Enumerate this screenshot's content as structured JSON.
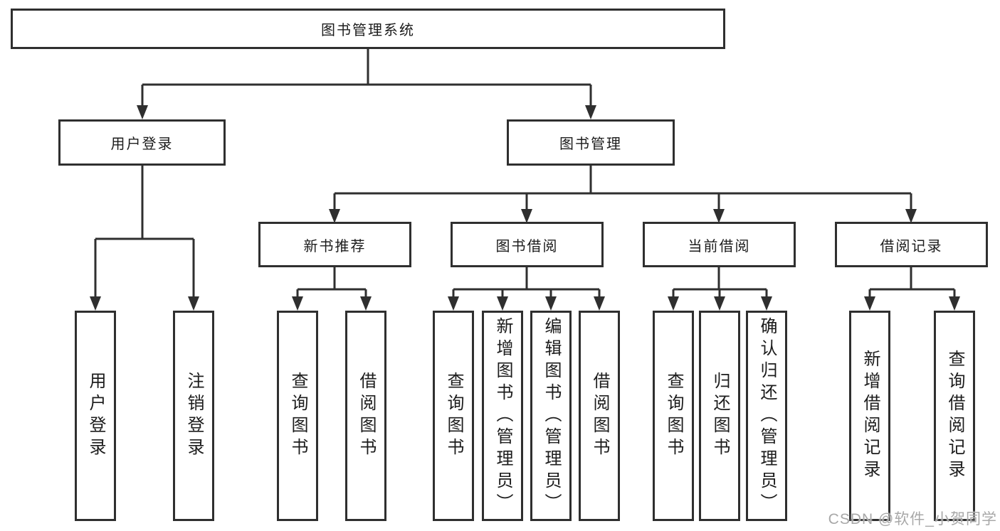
{
  "diagram": {
    "root": {
      "label": "图书管理系统"
    },
    "branches": [
      {
        "label": "用户登录",
        "children": [
          {
            "label": "用户登录"
          },
          {
            "label": "注销登录"
          }
        ]
      },
      {
        "label": "图书管理",
        "children": [
          {
            "label": "新书推荐",
            "children": [
              {
                "label": "查询图书"
              },
              {
                "label": "借阅图书"
              }
            ]
          },
          {
            "label": "图书借阅",
            "children": [
              {
                "label": "查询图书"
              },
              {
                "label": "新增图书（管理员）"
              },
              {
                "label": "编辑图书（管理员）"
              },
              {
                "label": "借阅图书"
              }
            ]
          },
          {
            "label": "当前借阅",
            "children": [
              {
                "label": "查询图书"
              },
              {
                "label": "归还图书"
              },
              {
                "label": "确认归还（管理员）"
              }
            ]
          },
          {
            "label": "借阅记录",
            "children": [
              {
                "label": "新增借阅记录"
              },
              {
                "label": "查询借阅记录"
              }
            ]
          }
        ]
      }
    ],
    "watermark": "CSDN @软件_小贺同学",
    "colors": {
      "line": "#2f2f2f",
      "text": "#1c1c1c",
      "watermark": "#a8a8a8",
      "background": "#ffffff"
    }
  }
}
